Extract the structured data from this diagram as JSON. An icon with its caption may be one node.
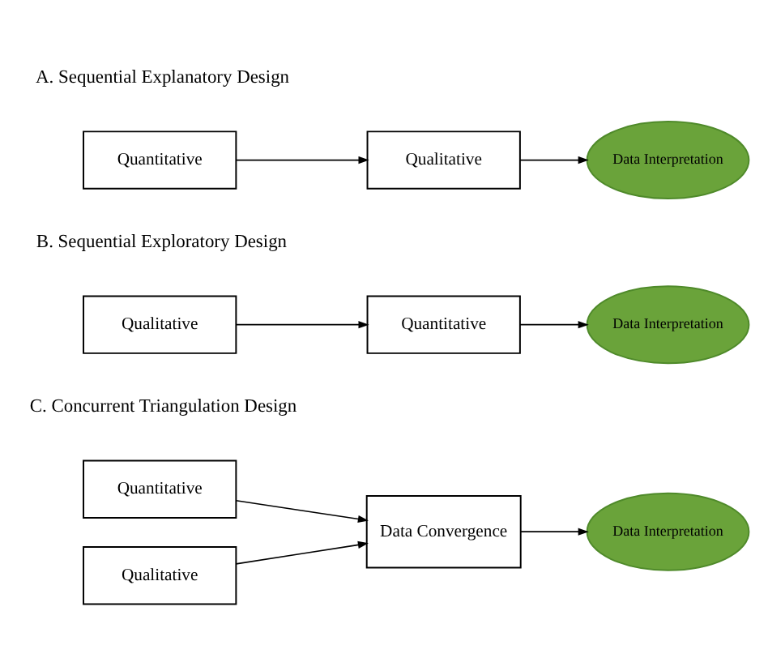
{
  "diagram": {
    "nodes": [
      {
        "text": [
          "Quantitative"
        ]
      },
      {
        "text": [
          "Qualitative"
        ]
      },
      {
        "text": [
          "Data Interpretation"
        ]
      },
      {
        "text": [
          "Qualitative"
        ]
      },
      {
        "text": [
          "Quantitative"
        ]
      },
      {
        "text": [
          "Data Interpretation"
        ]
      },
      {
        "text": [
          "Quantitative"
        ]
      },
      {
        "text": [
          "Qualitative"
        ]
      },
      {
        "text": [
          "Data Convergence"
        ]
      },
      {
        "text": [
          "Data Interpretation"
        ]
      }
    ],
    "edges": [
      {
        "from": 0,
        "to": 1,
        "arrow": "to"
      },
      {
        "from": 1,
        "to": 2,
        "arrow": "to"
      },
      {
        "from": 3,
        "to": 4,
        "arrow": "to"
      },
      {
        "from": 4,
        "to": 5,
        "arrow": "to"
      },
      {
        "from": 6,
        "to": 8,
        "arrow": "to"
      },
      {
        "from": 7,
        "to": 8,
        "arrow": "to"
      },
      {
        "from": 8,
        "to": 9,
        "arrow": "to"
      }
    ],
    "labels": [
      "A. Sequential Explanatory Design",
      "B. Sequential Exploratory Design",
      "C. Concurrent Triangulation Design"
    ]
  }
}
